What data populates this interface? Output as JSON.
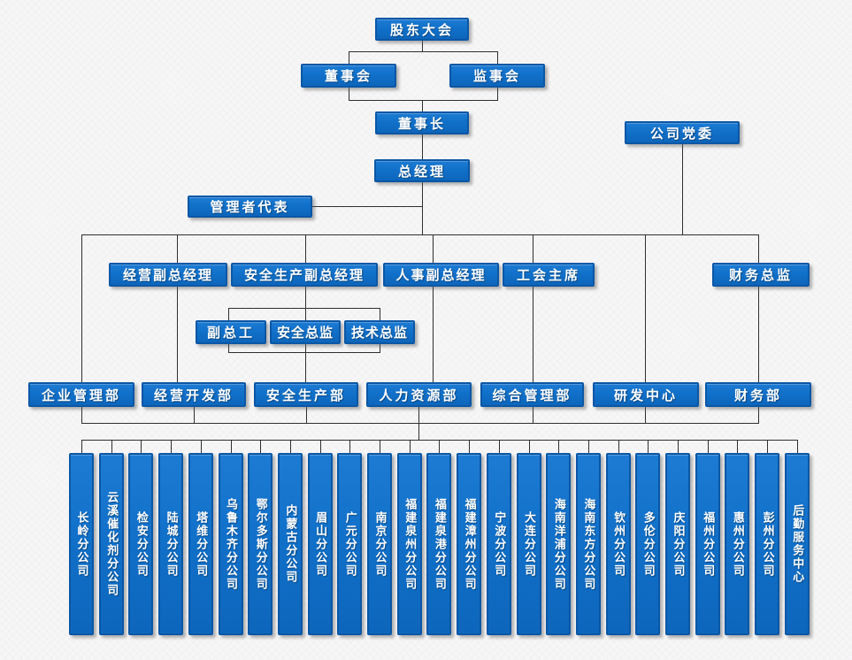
{
  "colors": {
    "box_fill": "#1170c9",
    "box_border": "#0b57a5",
    "line": "#2f2f2f",
    "text": "#ffffff",
    "background": "#f7f6f7"
  },
  "nodes": {
    "shareholders": "股东大会",
    "board": "董事会",
    "supervisors": "监事会",
    "chairman": "董事长",
    "party_committee": "公司党委",
    "general_manager": "总经理",
    "management_rep": "管理者代表",
    "vps": [
      "经营副总经理",
      "安全生产副总经理",
      "人事副总经理",
      "工会主席",
      "财务总监"
    ],
    "chiefs": [
      "副总工",
      "安全总监",
      "技术总监"
    ],
    "departments": [
      "企业管理部",
      "经营开发部",
      "安全生产部",
      "人力资源部",
      "综合管理部",
      "研发中心",
      "财务部"
    ],
    "branches": [
      "长岭分公司",
      "云溪催化剂分公司",
      "检安分公司",
      "陆城分公司",
      "塔维分公司",
      "乌鲁木齐分公司",
      "鄂尔多斯分公司",
      "内蒙古分公司",
      "眉山分公司",
      "广元分公司",
      "南京分公司",
      "福建泉州分公司",
      "福建泉港分公司",
      "福建漳州分公司",
      "宁波分公司",
      "大连分公司",
      "海南洋浦分公司",
      "海南东方分公司",
      "钦州分公司",
      "多伦分公司",
      "庆阳分公司",
      "福州分公司",
      "惠州分公司",
      "彭州分公司",
      "后勤服务中心"
    ]
  }
}
